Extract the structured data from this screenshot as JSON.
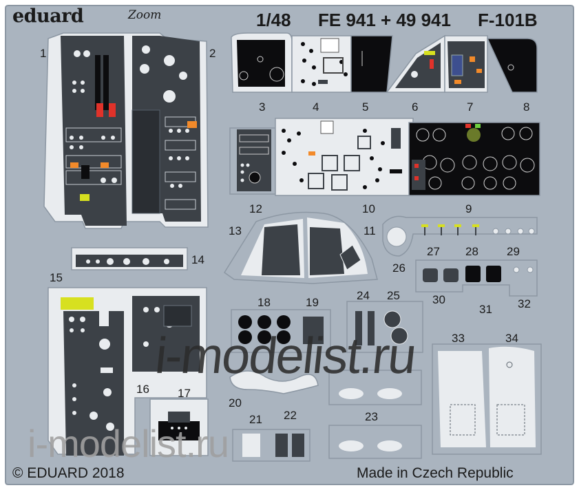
{
  "header": {
    "brand": "eduard",
    "series": "Zoom",
    "scale": "1/48",
    "product_code": "FE 941 + 49 941",
    "model": "F-101B"
  },
  "footer": {
    "copyright": "© EDUARD 2018",
    "origin": "Made in Czech Republic"
  },
  "watermarks": {
    "main": "i-modelist.ru",
    "secondary": "i-modelist.ru"
  },
  "part_numbers": [
    "1",
    "2",
    "3",
    "4",
    "5",
    "6",
    "7",
    "8",
    "9",
    "10",
    "11",
    "12",
    "13",
    "14",
    "15",
    "16",
    "17",
    "18",
    "19",
    "20",
    "21",
    "22",
    "23",
    "24",
    "25",
    "26",
    "27",
    "28",
    "29",
    "30",
    "31",
    "32",
    "33",
    "34"
  ],
  "colors": {
    "fret": "#aab4bf",
    "fret_edge": "#8c97a3",
    "background": "#ffffff",
    "panel_dark": "#3c4147",
    "panel_light": "#e9ecef",
    "instrument_black": "#0c0c0e",
    "warning_yellow": "#d7e020",
    "light_green": "#6fcf3f",
    "light_red": "#e0322a",
    "light_orange": "#f28a2a"
  }
}
